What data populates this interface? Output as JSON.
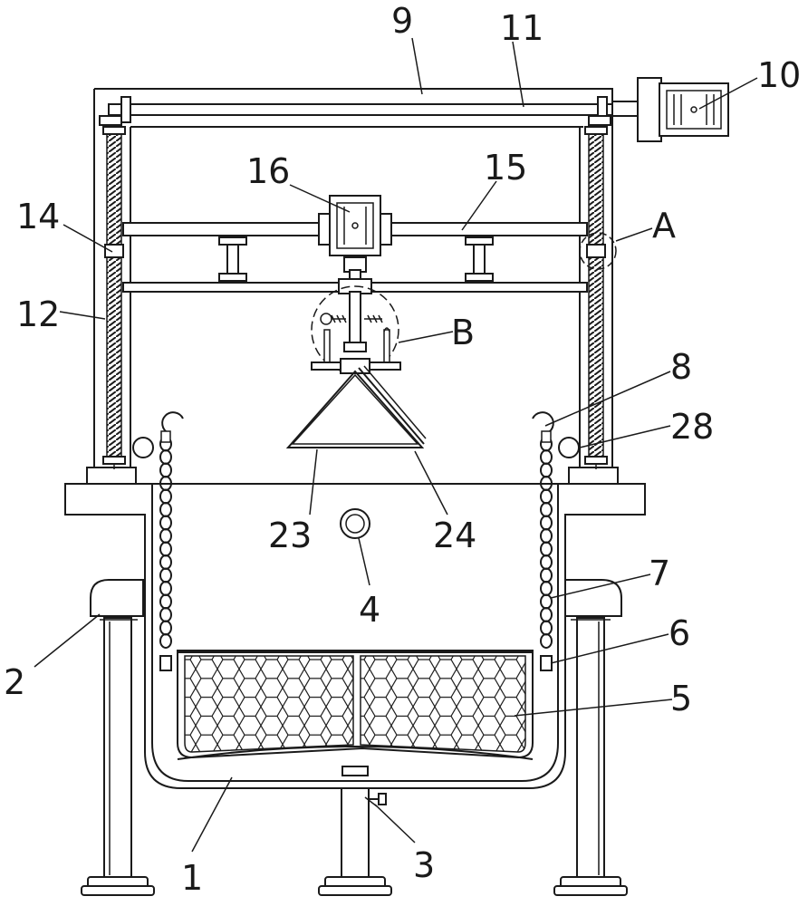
{
  "labels": {
    "l1": "1",
    "l2": "2",
    "l3": "3",
    "l4": "4",
    "l5": "5",
    "l6": "6",
    "l7": "7",
    "l8": "8",
    "l9": "9",
    "l10": "10",
    "l11": "11",
    "l12": "12",
    "l14": "14",
    "l15": "15",
    "l16": "16",
    "l23": "23",
    "l24": "24",
    "l28": "28",
    "lA": "A",
    "lB": "B"
  }
}
